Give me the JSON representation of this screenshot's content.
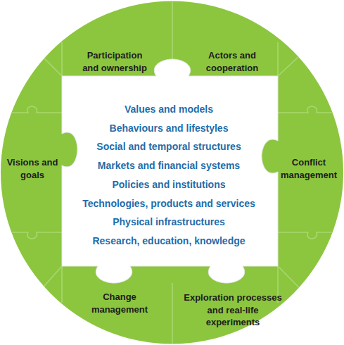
{
  "diagram": {
    "nodes": [
      {
        "text": [
          "Participation and ownership"
        ]
      },
      {
        "text": [
          "Actors and cooperation"
        ]
      },
      {
        "text": [
          "Visions and goals"
        ]
      },
      {
        "text": [
          "Values and models",
          "Behaviours and lifestyles",
          "Social and temporal structures",
          "Markets and financial systems",
          "Policies and institutions",
          "Technologies, products and services",
          "Physical infrastructures",
          "Research, education, knowledge"
        ]
      },
      {
        "text": [
          "Conflict management"
        ]
      },
      {
        "text": [
          "Change management"
        ]
      },
      {
        "text": [
          "Exploration processes and real-life experiments"
        ]
      }
    ]
  }
}
